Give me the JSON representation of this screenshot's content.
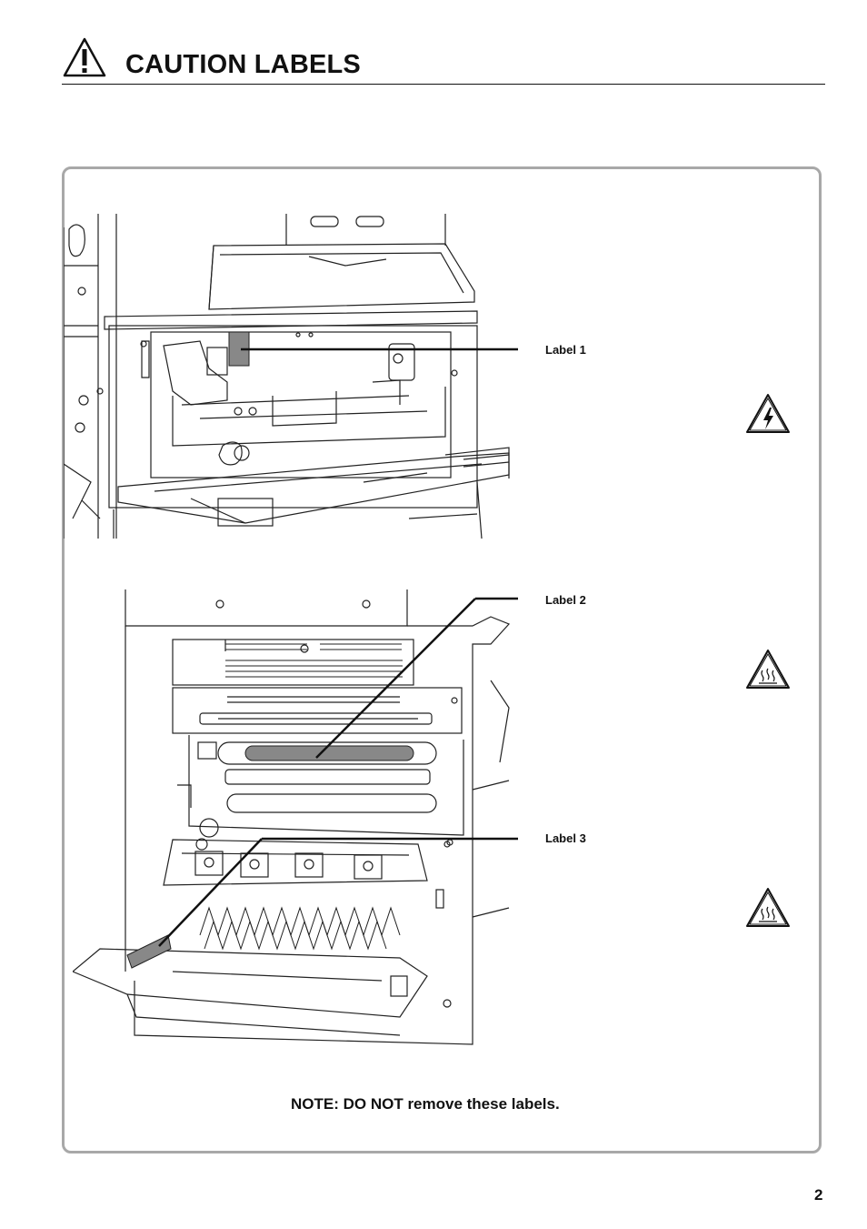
{
  "header": {
    "title": "CAUTION LABELS"
  },
  "labels": {
    "label1": "Label 1",
    "label2": "Label 2",
    "label3": "Label 3"
  },
  "note": "NOTE: DO NOT remove these labels.",
  "page_number": "2",
  "icons": {
    "header": "warning-exclamation-icon",
    "label1": "high-voltage-warning-icon",
    "label2": "hot-surface-warning-icon",
    "label3": "hot-surface-warning-icon"
  }
}
